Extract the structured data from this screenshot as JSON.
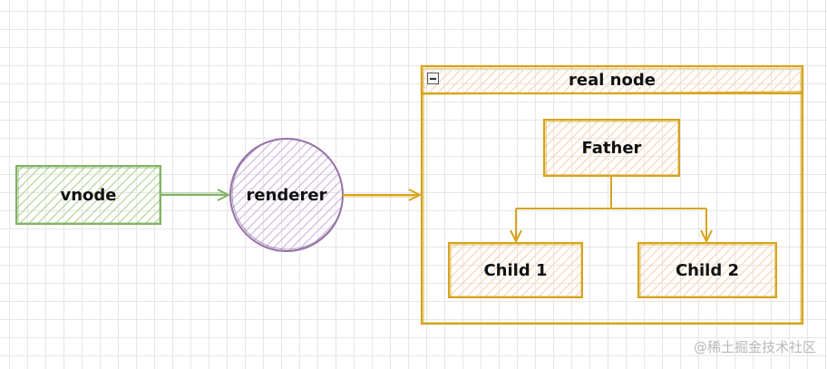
{
  "nodes": {
    "vnode": {
      "label": "vnode",
      "fill": "#b7d99a",
      "stroke": "#82b366"
    },
    "renderer": {
      "label": "renderer",
      "fill": "#c9b1dd",
      "stroke": "#9673a6"
    },
    "real_node": {
      "label": "real node",
      "fill": "#f8d3ad",
      "stroke": "#d6a41d"
    },
    "father": {
      "label": "Father",
      "fill": "#f8d3ad",
      "stroke": "#d6a41d"
    },
    "child1": {
      "label": "Child 1",
      "fill": "#f8d3ad",
      "stroke": "#d6a41d"
    },
    "child2": {
      "label": "Child 2",
      "fill": "#f8d3ad",
      "stroke": "#d6a41d"
    }
  },
  "edges": [
    {
      "from": "vnode",
      "to": "renderer"
    },
    {
      "from": "renderer",
      "to": "real_node"
    },
    {
      "from": "father",
      "to": "child1"
    },
    {
      "from": "father",
      "to": "child2"
    }
  ],
  "container_icon": "collapse-minus-icon",
  "watermark": "@稀土掘金技术社区"
}
